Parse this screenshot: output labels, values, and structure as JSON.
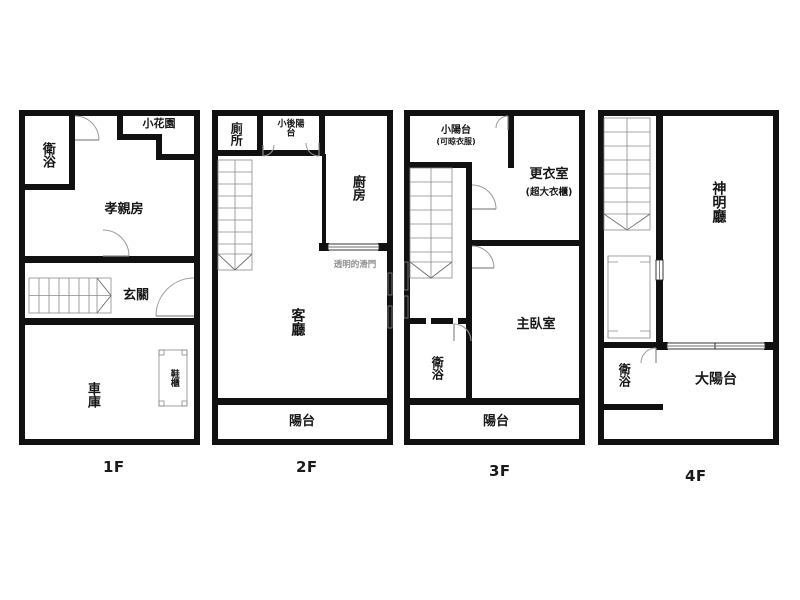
{
  "sheet": {
    "title": "4-Floor Townhouse Floor Plan Set",
    "background": "#ffffff",
    "wall_color": "#111111",
    "text_color": "#171717",
    "note_color": "#8f8f8f"
  },
  "floors": [
    {
      "id": "1F",
      "label": "1F",
      "rooms": [
        {
          "name": "bathroom",
          "text": "衛浴",
          "sub": "",
          "orientation": "vertical",
          "font_size": 13
        },
        {
          "name": "parents-room",
          "text": "孝親房",
          "sub": "",
          "orientation": "horizontal",
          "font_size": 13
        },
        {
          "name": "small-garden",
          "text": "小花園",
          "sub": "",
          "orientation": "horizontal",
          "font_size": 11
        },
        {
          "name": "entrance-foyer",
          "text": "玄關",
          "sub": "",
          "orientation": "horizontal",
          "font_size": 13
        },
        {
          "name": "garage",
          "text": "車庫",
          "sub": "",
          "orientation": "vertical",
          "font_size": 13
        },
        {
          "name": "shoe-cabinet",
          "text": "鞋櫃",
          "sub": "",
          "orientation": "vertical",
          "font_size": 9
        }
      ]
    },
    {
      "id": "2F",
      "label": "2F",
      "rooms": [
        {
          "name": "toilet",
          "text": "廁所",
          "sub": "",
          "orientation": "vertical",
          "font_size": 12
        },
        {
          "name": "small-rear-balcony",
          "text": "小後陽台",
          "sub": "",
          "orientation": "horizontal",
          "font_size": 9
        },
        {
          "name": "kitchen",
          "text": "廚房",
          "sub": "",
          "orientation": "vertical",
          "font_size": 13
        },
        {
          "name": "living-room",
          "text": "客廳",
          "sub": "",
          "orientation": "vertical",
          "font_size": 14
        },
        {
          "name": "balcony",
          "text": "陽台",
          "sub": "",
          "orientation": "horizontal",
          "font_size": 13
        }
      ],
      "notes": [
        {
          "name": "transparent-sliding-door-note",
          "text": "透明的滑門"
        }
      ]
    },
    {
      "id": "3F",
      "label": "3F",
      "rooms": [
        {
          "name": "small-balcony",
          "text": "小陽台",
          "sub": "(可晾衣服)",
          "orientation": "horizontal",
          "font_size": 10
        },
        {
          "name": "walk-in-closet",
          "text": "更衣室",
          "sub": "(超大衣櫃)",
          "orientation": "horizontal",
          "font_size": 13
        },
        {
          "name": "master-bedroom",
          "text": "主臥室",
          "sub": "",
          "orientation": "horizontal",
          "font_size": 13
        },
        {
          "name": "bathroom",
          "text": "衛浴",
          "sub": "",
          "orientation": "vertical",
          "font_size": 12
        },
        {
          "name": "balcony",
          "text": "陽台",
          "sub": "",
          "orientation": "horizontal",
          "font_size": 13
        }
      ]
    },
    {
      "id": "4F",
      "label": "4F",
      "rooms": [
        {
          "name": "shrine-hall",
          "text": "神明廳",
          "sub": "",
          "orientation": "vertical",
          "font_size": 14
        },
        {
          "name": "large-balcony",
          "text": "大陽台",
          "sub": "",
          "orientation": "horizontal",
          "font_size": 14
        },
        {
          "name": "bathroom",
          "text": "衛浴",
          "sub": "",
          "orientation": "vertical",
          "font_size": 12
        }
      ]
    }
  ]
}
